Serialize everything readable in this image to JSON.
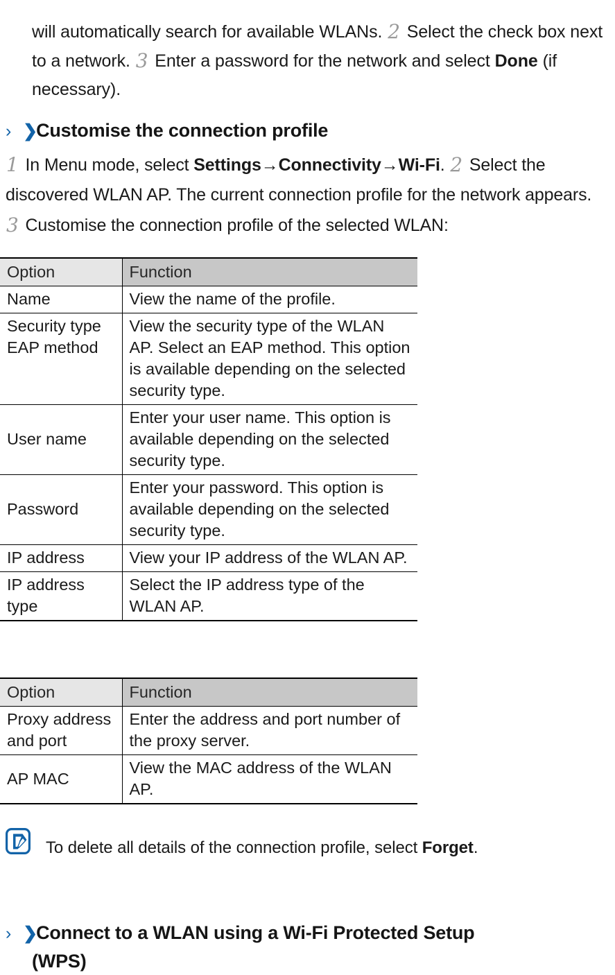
{
  "intro_paragraph": {
    "segment_1": "will automatically search for available WLANs.",
    "step_2": "2",
    "segment_2": "Select the check box next to a network.",
    "step_3": "3",
    "segment_3": "Enter a password for the network and select",
    "bold_term": "Done",
    "segment_4": "(if necessary)."
  },
  "heading_customise": {
    "chevron_thin": "›",
    "chevron_bold": "❯",
    "text": "Customise the connection profile"
  },
  "body_paragraph": {
    "step_1": "1",
    "segment_1": "In Menu mode, select",
    "bold_settings": "Settings",
    "arrow_1": "→",
    "bold_connectivity": "Connectivity",
    "arrow_2": "→",
    "bold_wifi": "Wi-Fi",
    "segment_2": ".",
    "step_2": "2",
    "segment_3": "Select the discovered WLAN AP. The current connection profile for the network appears.",
    "step_3": "3",
    "segment_4": "Customise the connection profile of the selected WLAN:"
  },
  "table_profile": {
    "headers": [
      "Option",
      "Function"
    ],
    "rows": [
      {
        "option": "Name",
        "function": "View the name of the profile.",
        "align": "top"
      },
      {
        "option": "Security type EAP method",
        "function": "View the security type of the WLAN AP. Select an EAP method. This option is available depending on the selected security type.",
        "align": "top"
      },
      {
        "option": "User name",
        "function": "Enter your user name. This option is available depending on the selected security type.",
        "align": "middle"
      },
      {
        "option": "Password",
        "function": "Enter your password. This option is available depending on the selected security type.",
        "align": "middle"
      },
      {
        "option": "IP address",
        "function": "View your IP address of the WLAN AP.",
        "align": "middle"
      },
      {
        "option": "IP address type",
        "function": "Select the IP address type of the WLAN AP.",
        "align": "top"
      }
    ]
  },
  "table_proxy": {
    "headers": [
      "Option",
      "Function"
    ],
    "rows": [
      {
        "option": "Proxy address and port",
        "function": "Enter the address and port number of the proxy server.",
        "align": "middle"
      },
      {
        "option": "AP MAC",
        "function": "View the MAC address of the WLAN AP.",
        "align": "middle"
      }
    ]
  },
  "note": {
    "icon": "note-pen-icon",
    "text_before": "To delete all details of the connection profile, select",
    "bold_term": "Forget",
    "text_after": "."
  },
  "heading_wps": {
    "chevron_thin": "›",
    "chevron_bold": "❯",
    "text_line_1": "Connect to a WLAN using a Wi-Fi Protected Setup",
    "text_line_2": "(WPS)"
  },
  "colors": {
    "accent_blue": "#1263a8",
    "step_number_gray": "#9a9a9a",
    "header_option_bg": "#e6e6e6",
    "header_function_bg": "#c7c7c7",
    "rule": "#000000"
  }
}
